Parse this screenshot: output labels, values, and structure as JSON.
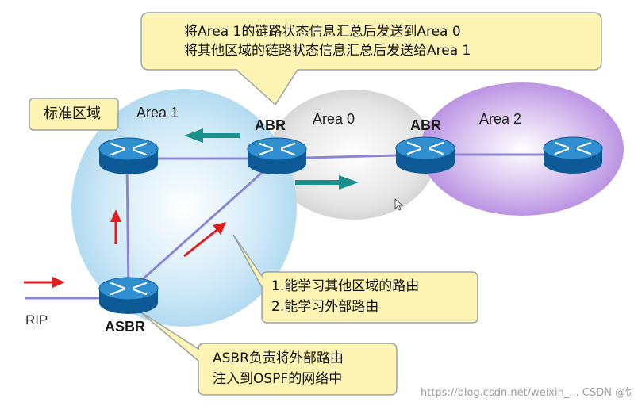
{
  "top_callout": {
    "line1": "将Area 1的链路状态信息汇总后发送到Area 0",
    "line2": "将其他区域的链路状态信息汇总后发送给Area 1"
  },
  "standard_area_label": "标准区域",
  "areas": {
    "area1": "Area 1",
    "area0": "Area 0",
    "area2": "Area 2"
  },
  "routers": {
    "abr_left": "ABR",
    "abr_right": "ABR",
    "asbr": "ASBR"
  },
  "rip_label": "RIP",
  "learn_callout": {
    "line1": "1.能学习其他区域的路由",
    "line2": "2.能学习外部路由"
  },
  "asbr_callout": {
    "line1": "ASBR负责将外部路由",
    "line2": "注入到OSPF的网络中"
  },
  "watermark": "https://blog.csdn.net/weixin_...  CSDN @忧郁的-西洲",
  "colors": {
    "callout_fill": "#fdf4b4",
    "callout_border": "#9aa3a8",
    "area1": "#bfe2f4",
    "area0": "#dedede",
    "area2": "#c8a6e6",
    "router": "#1476b8",
    "link": "#8a86d2",
    "teal_arrow": "#1a8f8c",
    "red_arrow": "#e31c1c"
  }
}
